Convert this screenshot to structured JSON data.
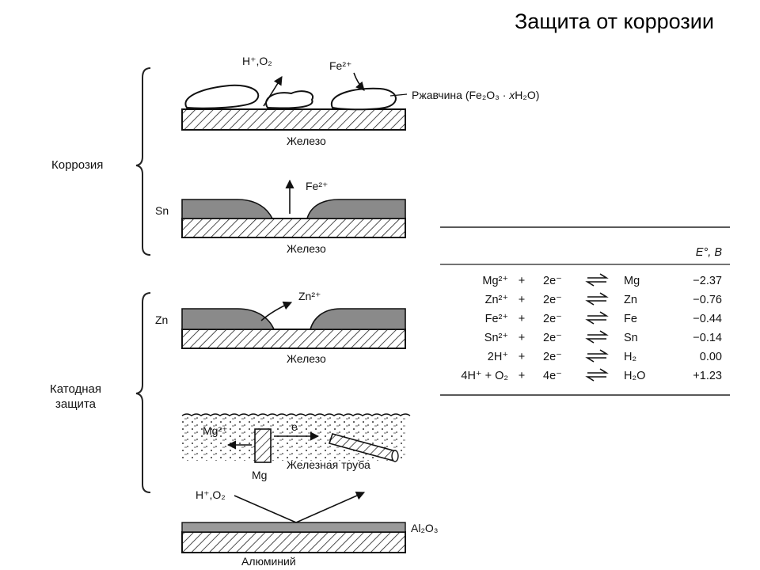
{
  "title": "Защита от коррозии",
  "sections": {
    "corrosion": "Коррозия",
    "cathodic_line1": "Катодная",
    "cathodic_line2": "защита"
  },
  "panel1": {
    "h_o2": "H⁺,O₂",
    "fe_ion": "Fe²⁺",
    "rust_prefix": "Ржавчина (Fe₂O₃ · ",
    "rust_x": "x",
    "rust_suffix": "H₂O)",
    "metal": "Железо"
  },
  "panel2": {
    "coating": "Sn",
    "ion": "Fe²⁺",
    "metal": "Железо"
  },
  "panel3": {
    "coating": "Zn",
    "ion": "Zn²⁺",
    "metal": "Железо"
  },
  "panel4": {
    "ion": "Mg²⁺",
    "electron": "e",
    "anode": "Mg",
    "pipe": "Железная труба"
  },
  "panel5": {
    "h_o2": "H⁺,O₂",
    "oxide": "Al₂O₃",
    "metal": "Алюминий"
  },
  "potentials": {
    "header": "E°, В",
    "rows": [
      {
        "ox": "Mg²⁺",
        "op": "+",
        "el": "2e⁻",
        "red": "Mg",
        "e": "−2.37"
      },
      {
        "ox": "Zn²⁺",
        "op": "+",
        "el": "2e⁻",
        "red": "Zn",
        "e": "−0.76"
      },
      {
        "ox": "Fe²⁺",
        "op": "+",
        "el": "2e⁻",
        "red": "Fe",
        "e": "−0.44"
      },
      {
        "ox": "Sn²⁺",
        "op": "+",
        "el": "2e⁻",
        "red": "Sn",
        "e": "−0.14"
      },
      {
        "ox": "2H⁺",
        "op": "+",
        "el": "2e⁻",
        "red": "H₂",
        "e": "0.00"
      },
      {
        "ox": "4H⁺ + O₂",
        "op": "+",
        "el": "4e⁻",
        "red": "H₂O",
        "e": "+1.23"
      }
    ]
  }
}
